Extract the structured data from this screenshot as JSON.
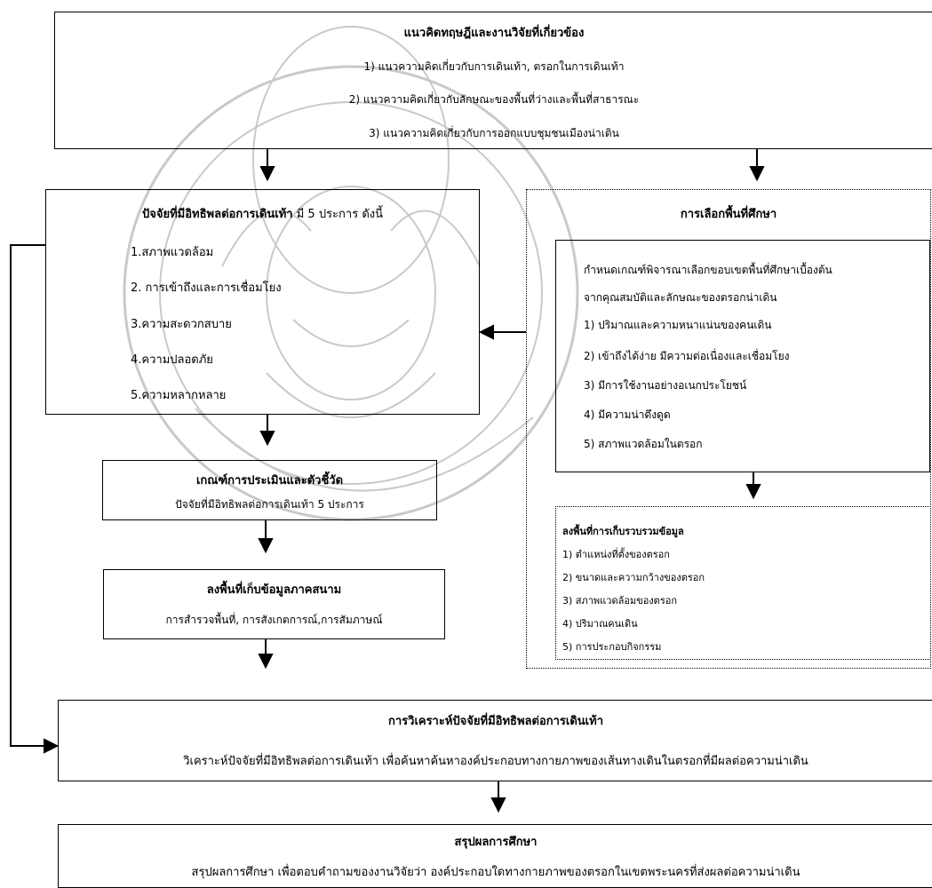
{
  "theory": {
    "title": "แนวคิดทฤษฎีและงานวิจัยที่เกี่ยวข้อง",
    "items": [
      "1) แนวความคิดเกี่ยวกับการเดินเท้า, ตรอกในการเดินเท้า",
      "2) แนวความคิดเกี่ยวกับลักษณะของพื้นที่ว่างและพื้นที่สาธารณะ",
      "3) แนวความคิดเกี่ยวกับการออกแบบชุมชนเมืองน่าเดิน"
    ]
  },
  "factors": {
    "title_bold": "ปัจจัยที่มีอิทธิพลต่อการเดินเท้า",
    "title_rest": " มี 5 ประการ ดังนี้",
    "items": [
      "1.สภาพแวดล้อม",
      "2. การเข้าถึงและการเชื่อมโยง",
      "3.ความสะดวกสบาย",
      "4.ความปลอดภัย",
      "5.ความหลากหลาย"
    ]
  },
  "criteria": {
    "title": "เกณฑ์การประเมินและตัวชี้วัด",
    "text": "ปัจจัยที่มีอิทธิพลต่อการเดินเท้า 5 ประการ"
  },
  "fieldwork": {
    "title": "ลงพื้นที่เก็บข้อมูลภาคสนาม",
    "text": "การสำรวจพื้นที่, การสังเกตการณ์,การสัมภาษณ์"
  },
  "site_selection": {
    "title": "การเลือกพื้นที่ศึกษา",
    "lines": [
      "กำหนดเกณฑ์พิจารณาเลือกขอบเขตพื้นที่ศึกษาเบื้องต้น",
      "จากคุณสมบัติและลักษณะของตรอกน่าเดิน",
      "1) ปริมาณและความหนาแน่นของคนเดิน",
      "2) เข้าถึงได้ง่าย มีความต่อเนื่องและเชื่อมโยง",
      "3) มีการใช้งานอย่างอเนกประโยชน์",
      "4) มีความน่าดึงดูด",
      "5) สภาพแวดล้อมในตรอก"
    ]
  },
  "data_collection": {
    "title": "ลงพื้นที่การเก็บรวบรวมข้อมูล",
    "items": [
      "1) ตำแหน่งที่ตั้งของตรอก",
      "2) ขนาดและความกว้างของตรอก",
      "3) สภาพแวดล้อมของตรอก",
      "4) ปริมาณคนเดิน",
      "5) การประกอบกิจกรรม"
    ]
  },
  "analysis": {
    "title": "การวิเคราะห์ปัจจัยที่มีอิทธิพลต่อการเดินเท้า",
    "text": "วิเคราะห์ปัจจัยที่มีอิทธิพลต่อการเดินเท้า เพื่อค้นหาค้นหาองค์ประกอบทางกายภาพของเส้นทางเดินในตรอกที่มีผลต่อความน่าเดิน"
  },
  "conclusion": {
    "title": "สรุปผลการศึกษา",
    "text": "สรุปผลการศึกษา เพื่อตอบคำถามของงานวิจัยว่า องค์ประกอบใดทางกายภาพของตรอกในเขตพระนครที่ส่งผลต่อความน่าเดิน"
  },
  "colors": {
    "line": "#000000",
    "watermark": "#c9c9c9"
  }
}
